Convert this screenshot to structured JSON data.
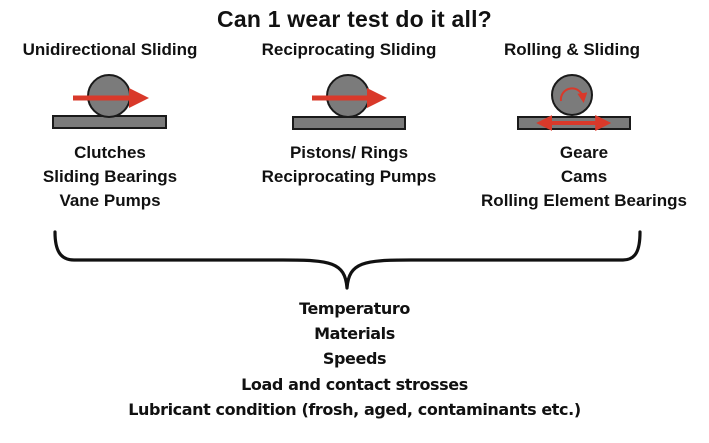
{
  "title": "Can 1 wear test do it all?",
  "colors": {
    "ball_fill": "#7b7b7b",
    "plate_fill": "#7b7b7b",
    "outline": "#1a1a1a",
    "arrow": "#d9392a",
    "text": "#111111"
  },
  "columns": [
    {
      "header": "Unidirectional Sliding",
      "icon": "ball-on-plate-unidirectional-arrow",
      "applications": [
        "Clutches",
        "Sliding Bearings",
        "Vane Pumps"
      ]
    },
    {
      "header": "Reciprocating Sliding",
      "icon": "ball-on-plate-reciprocating-arrow",
      "applications": [
        "Pistons/ Rings",
        "Reciprocating Pumps"
      ]
    },
    {
      "header": "Rolling & Sliding",
      "icon": "ball-on-plate-rolling-arrows",
      "applications": [
        "Geare",
        "Cams",
        "Rolling Element Bearings"
      ]
    }
  ],
  "brace": "curly-brace-icon",
  "factors": [
    "Temperaturo",
    "Materials",
    "Speeds",
    "Load and contact strosses",
    "Lubricant condition (frosh, aged, contaminants etc.)"
  ]
}
